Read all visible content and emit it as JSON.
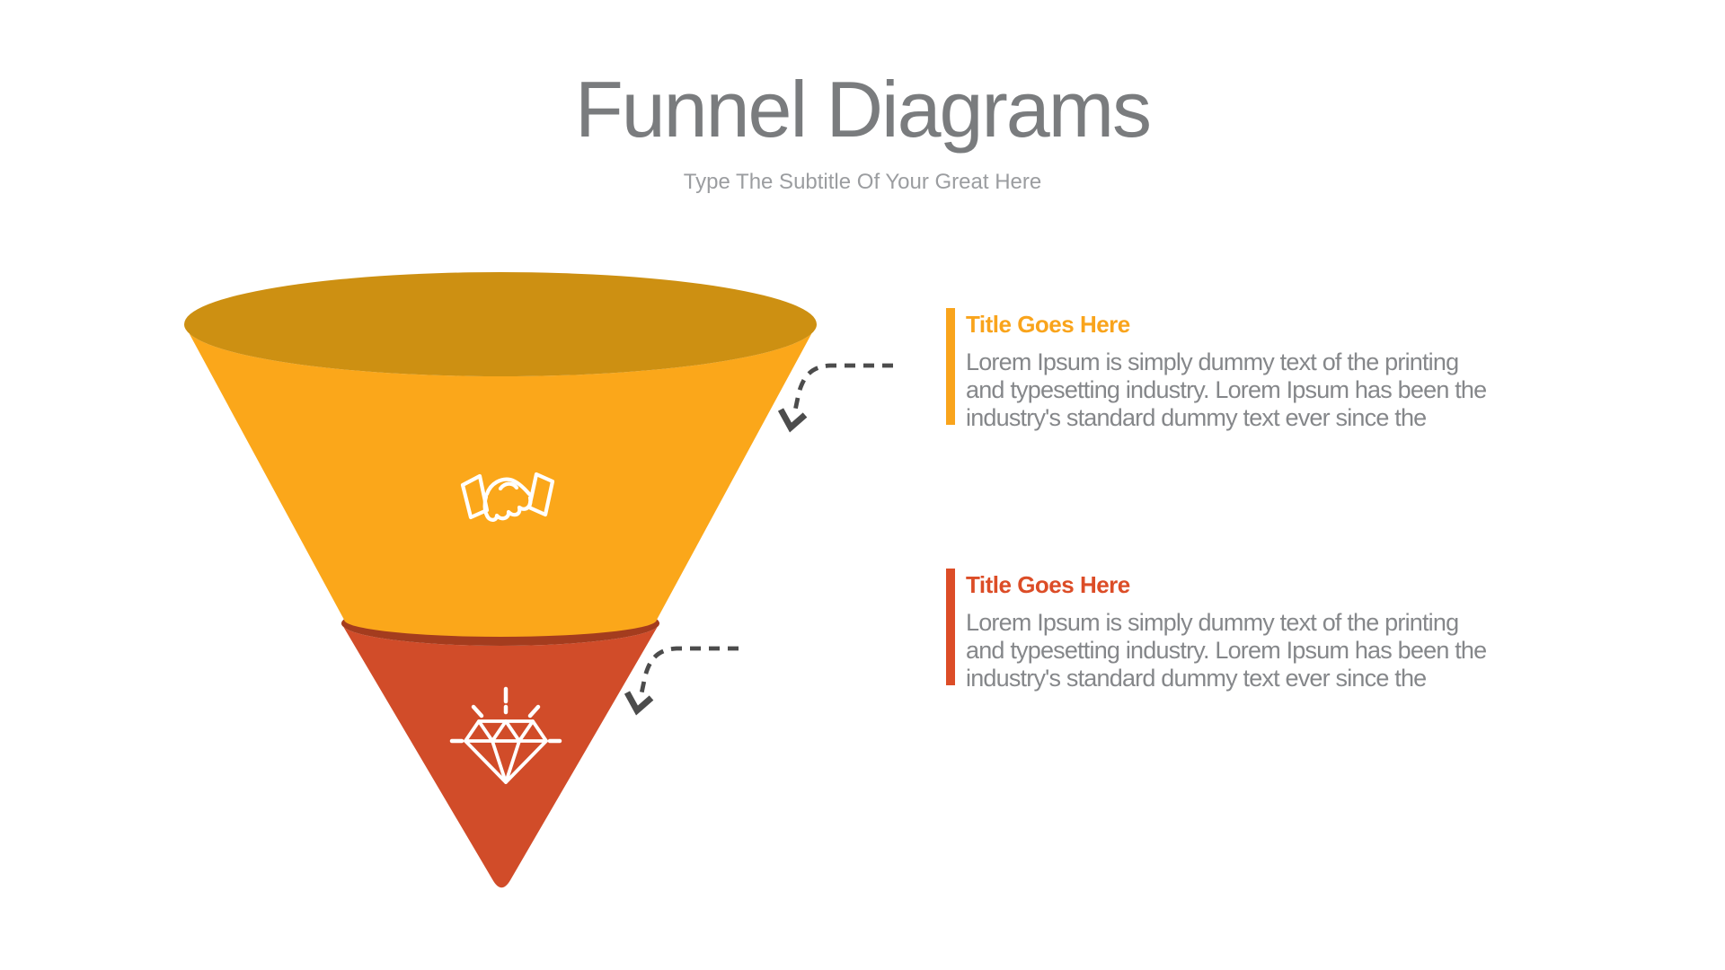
{
  "page": {
    "title": "Funnel Diagrams",
    "subtitle": "Type The Subtitle Of Your Great Here",
    "background": "#FFFFFF",
    "title_color": "#7A7C7E",
    "subtitle_color": "#9B9DA0"
  },
  "funnel": {
    "icon_color": "#FFFFFF",
    "stages": [
      {
        "id": "stage-1",
        "icon": "handshake-icon",
        "body_color": "#FBA71A",
        "rim_color": "#CD9012"
      },
      {
        "id": "stage-2",
        "icon": "diamond-icon",
        "body_color": "#D14C29",
        "rim_color": "#A43C1E"
      }
    ]
  },
  "connectors": {
    "color": "#4C4C4C"
  },
  "blocks": [
    {
      "title": "Title Goes Here",
      "accent_color": "#F9A41C",
      "lines": [
        "Lorem Ipsum is simply dummy text of the printing",
        "and typesetting industry. Lorem Ipsum has been the",
        "industry's standard dummy text ever since the"
      ]
    },
    {
      "title": "Title Goes Here",
      "accent_color": "#DC4D27",
      "lines": [
        "Lorem Ipsum is simply dummy text of the printing",
        "and typesetting industry. Lorem Ipsum has been the",
        "industry's standard dummy text ever since the"
      ]
    }
  ]
}
